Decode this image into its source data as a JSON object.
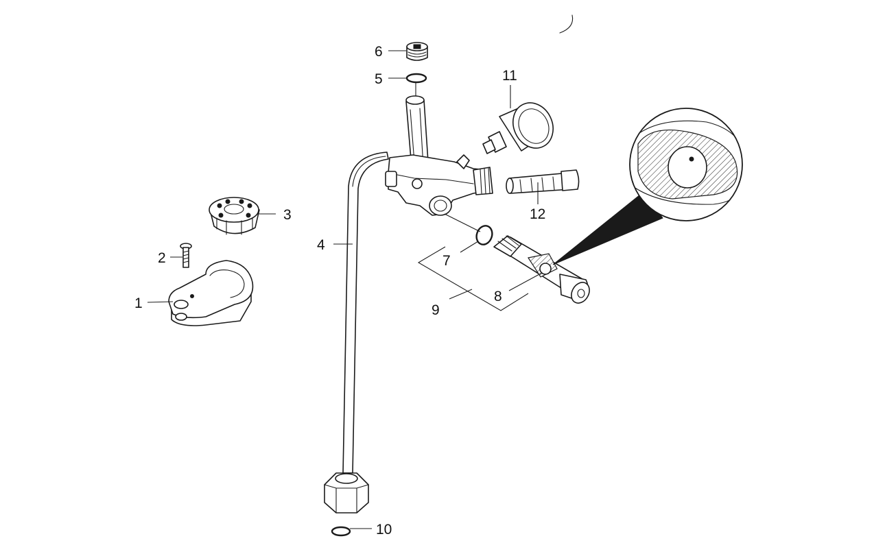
{
  "diagram": {
    "callouts": [
      {
        "id": "1",
        "label": "1",
        "part": "bracket"
      },
      {
        "id": "2",
        "label": "2",
        "part": "screw"
      },
      {
        "id": "3",
        "label": "3",
        "part": "castellated-nut"
      },
      {
        "id": "4",
        "label": "4",
        "part": "oil-pipe"
      },
      {
        "id": "5",
        "label": "5",
        "part": "o-ring-top"
      },
      {
        "id": "6",
        "label": "6",
        "part": "plug-screw"
      },
      {
        "id": "7",
        "label": "7",
        "part": "o-ring-middle"
      },
      {
        "id": "8",
        "label": "8",
        "part": "pressure-valve"
      },
      {
        "id": "9",
        "label": "9",
        "part": "valve-assembly"
      },
      {
        "id": "10",
        "label": "10",
        "part": "o-ring-bottom"
      },
      {
        "id": "11",
        "label": "11",
        "part": "pressure-sensor"
      },
      {
        "id": "12",
        "label": "12",
        "part": "filter"
      }
    ],
    "colors": {
      "line": "#1a1a1a",
      "background": "#ffffff"
    }
  }
}
